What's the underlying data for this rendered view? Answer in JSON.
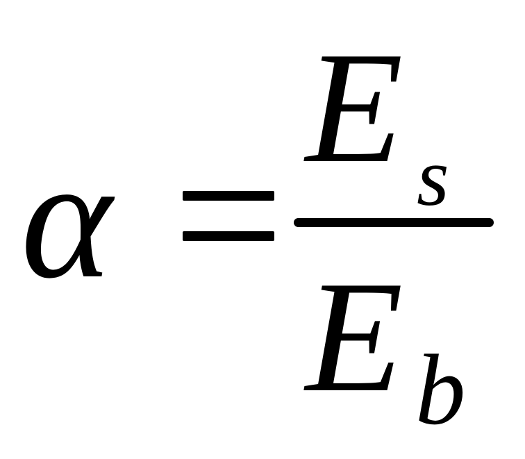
{
  "formula": {
    "lhs": "α",
    "numerator": {
      "base": "E",
      "subscript": "s"
    },
    "denominator": {
      "base": "E",
      "subscript": "b"
    }
  }
}
